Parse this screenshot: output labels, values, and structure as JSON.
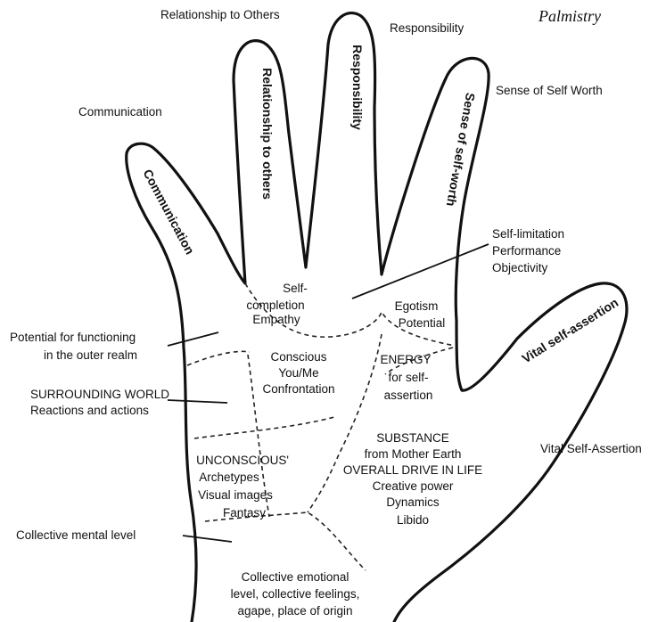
{
  "title": "Palmistry",
  "finger_labels": {
    "thumb": "Vital self-assertion",
    "index": "Sense of self-worth",
    "middle": "Responsibility",
    "ring": "Relationship to others",
    "little": "Communication"
  },
  "outer_labels": {
    "relationship": "Relationship to Others",
    "responsibility": "Responsibility",
    "communication": "Communication",
    "self_worth": "Sense of Self Worth",
    "self_limitation": [
      "Self-limitation",
      "Performance",
      "Objectivity"
    ],
    "potential": [
      "Potential for functioning",
      "in the outer realm"
    ],
    "surrounding": [
      "SURROUNDING WORLD",
      "Reactions and actions"
    ],
    "collective_mental": "Collective mental level",
    "vital": "Vital Self-Assertion",
    "collective_emotional": [
      "Collective emotional",
      "level, collective feelings,",
      "agape, place of origin"
    ]
  },
  "palm_labels": {
    "self_completion": [
      "Self-",
      "completion",
      "Empathy"
    ],
    "egotism": [
      "Egotism",
      "Potential"
    ],
    "conscious": [
      "Conscious",
      "You/Me",
      "Confrontation"
    ],
    "energy": [
      "ENERGY",
      "for self-",
      "assertion"
    ],
    "unconscious": [
      "UNCONSCIOUS'",
      "Archetypes",
      "Visual images",
      "Fantasy"
    ],
    "substance": [
      "SUBSTANCE",
      "from Mother Earth",
      "OVERALL DRIVE IN LIFE",
      "Creative power",
      "Dynamics",
      "Libido"
    ]
  }
}
